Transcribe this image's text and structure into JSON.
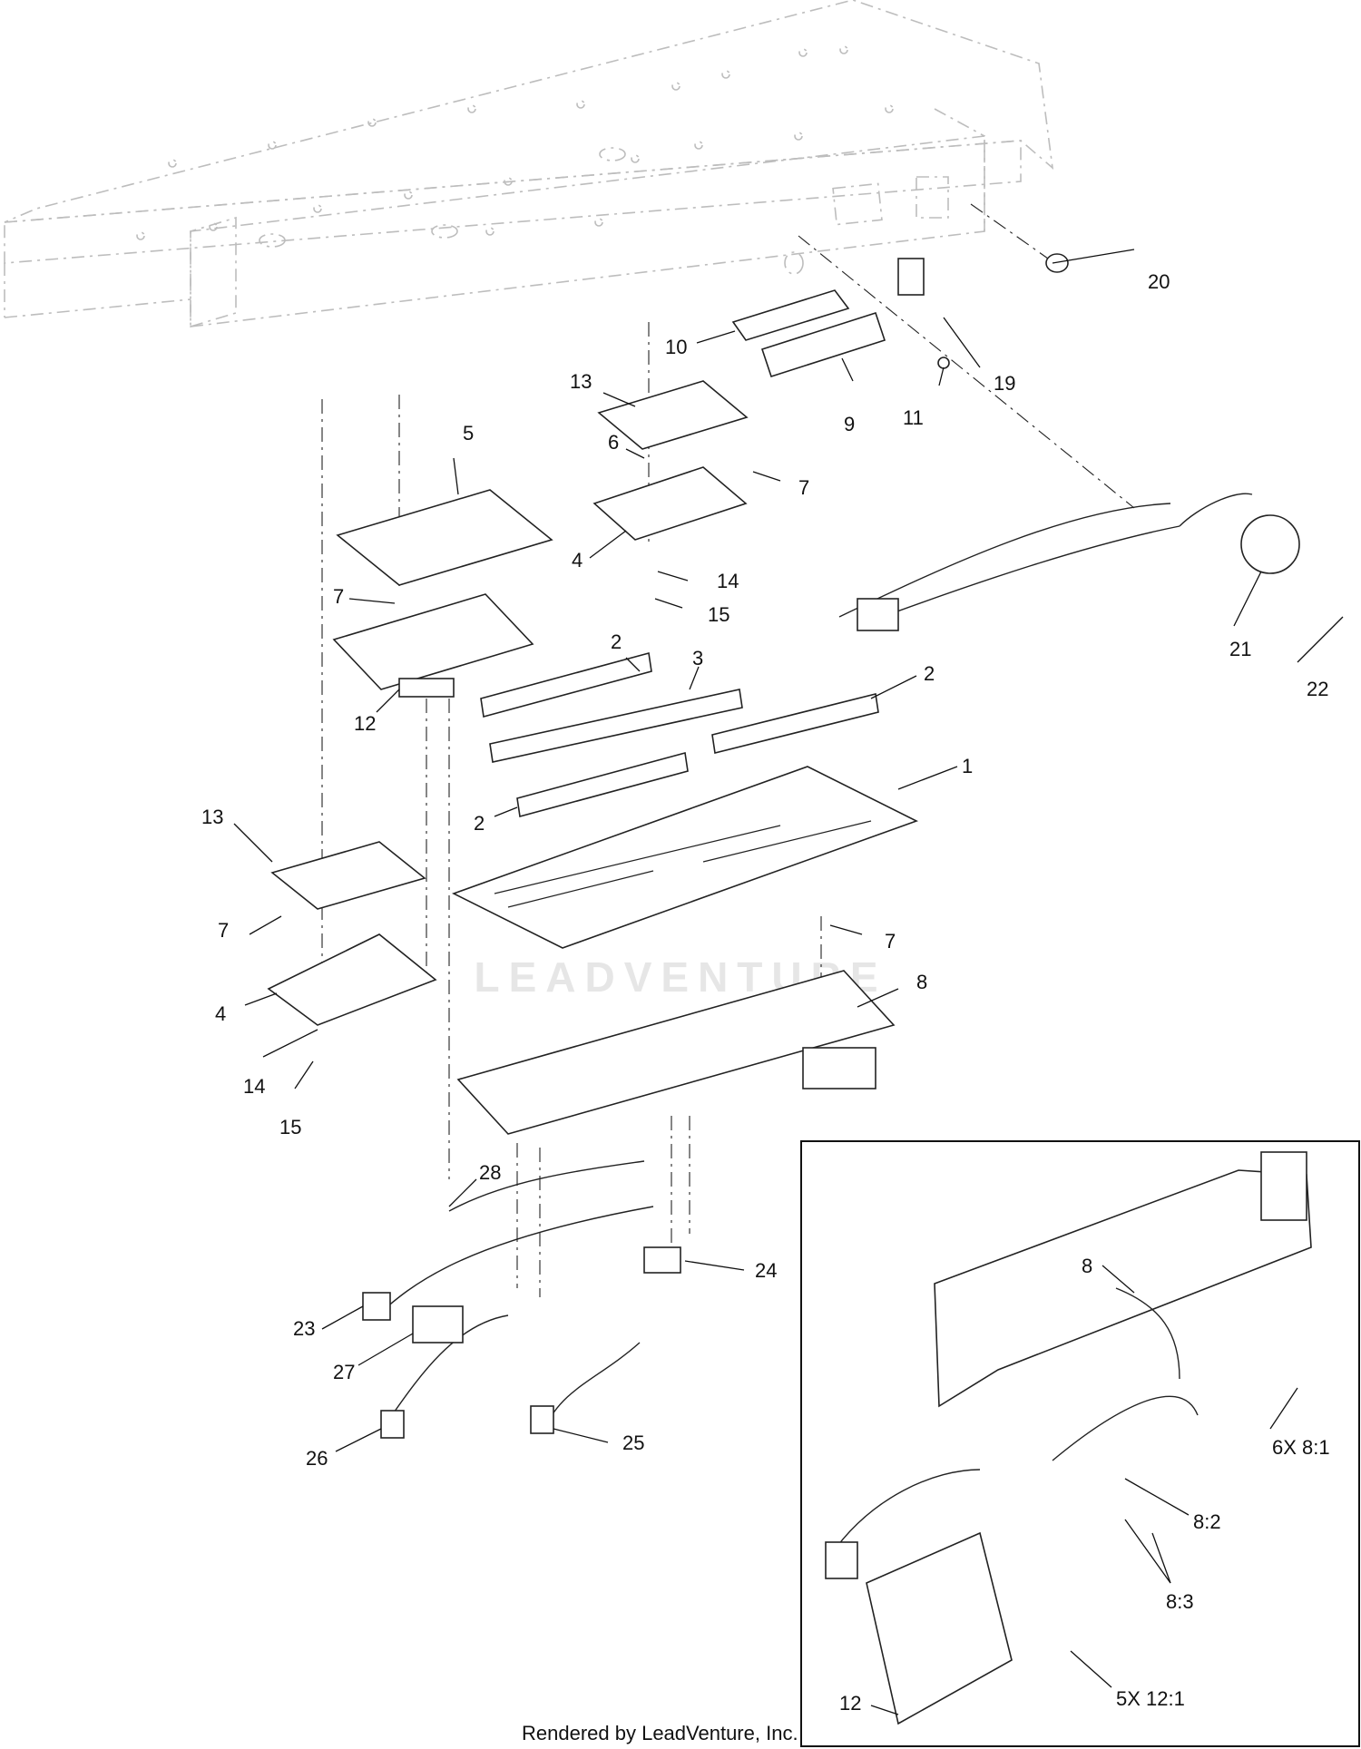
{
  "watermark": "LEADVENTURE",
  "footer": "Rendered by LeadVenture, Inc.",
  "callouts": {
    "c20": "20",
    "c10": "10",
    "c13a": "13",
    "c9": "9",
    "c11": "11",
    "c19": "19",
    "c5": "5",
    "c6": "6",
    "c7a": "7",
    "c4a": "4",
    "c14a": "14",
    "c15a": "15",
    "c7b": "7",
    "c12": "12",
    "c2a": "2",
    "c3": "3",
    "c2b": "2",
    "c2c": "2",
    "c1": "1",
    "c21": "21",
    "c22": "22",
    "c13b": "13",
    "c7c": "7",
    "c4b": "4",
    "c14b": "14",
    "c15b": "15",
    "c7d": "7",
    "c8": "8",
    "c28": "28",
    "c24": "24",
    "c23": "23",
    "c27": "27",
    "c26": "26",
    "c25": "25"
  },
  "inset": {
    "c8": "8",
    "c6x": "6X 8:1",
    "c82": "8:2",
    "c83": "8:3",
    "c12": "12",
    "c5x": "5X 12:1"
  }
}
